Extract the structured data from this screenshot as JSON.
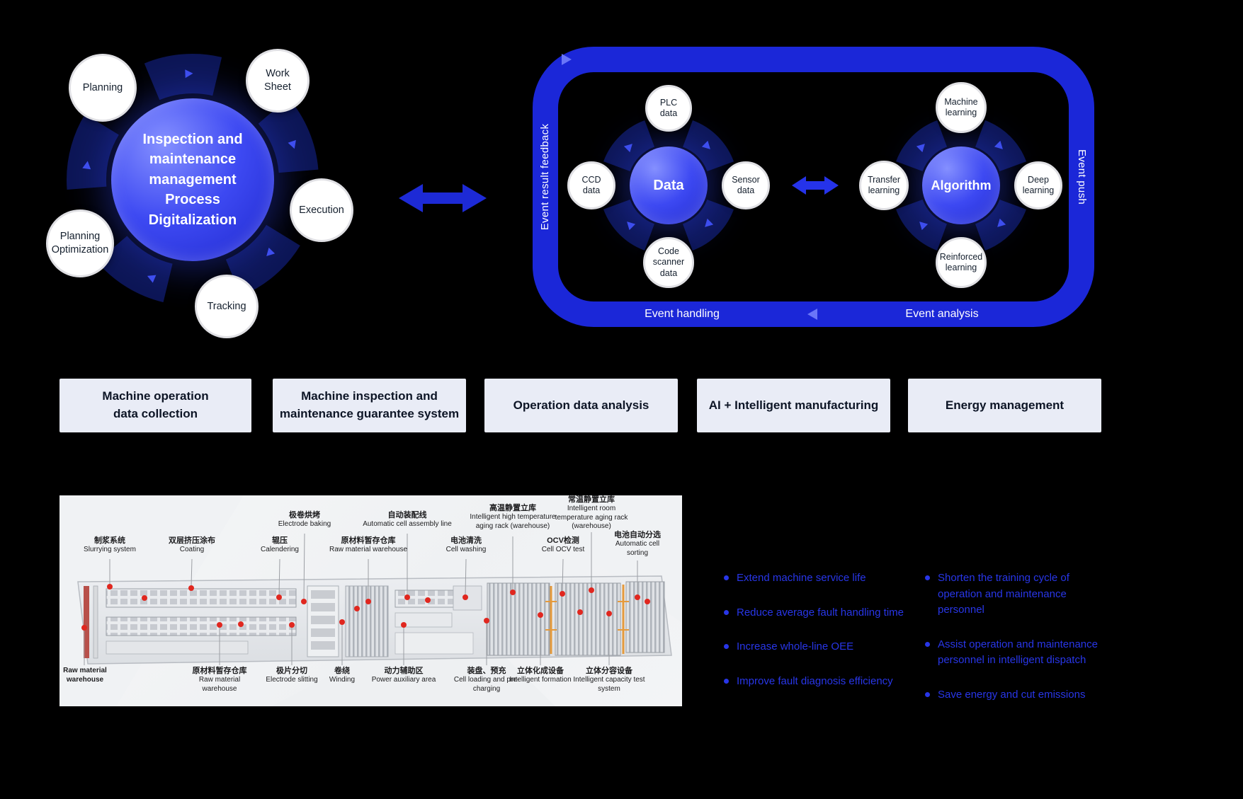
{
  "colors": {
    "accent_blue": "#1b27d8",
    "bright_blue": "#2533ea",
    "dark_ring": "#0d1655",
    "benefit_text": "#2836e8",
    "module_bg": "#e9ecf6",
    "marker_red": "#e0271f",
    "crane_orange": "#e59a3c"
  },
  "left_diagram": {
    "center_label": "Inspection and maintenance management Process Digitalization",
    "satellites": [
      {
        "label": "Planning"
      },
      {
        "label": "Work Sheet"
      },
      {
        "label": "Execution"
      },
      {
        "label": "Tracking"
      },
      {
        "label": "Planning Optimization"
      }
    ]
  },
  "event_loop": {
    "left_edge_label": "Event result feedback",
    "right_edge_label": "Event push",
    "bottom_left_label": "Event handling",
    "bottom_right_label": "Event analysis",
    "data_hub": {
      "center_label": "Data",
      "satellites": [
        {
          "label": "PLC data"
        },
        {
          "label": "Sensor data"
        },
        {
          "label": "Code scanner data"
        },
        {
          "label": "CCD data"
        }
      ]
    },
    "algorithm_hub": {
      "center_label": "Algorithm",
      "satellites": [
        {
          "label": "Machine learning"
        },
        {
          "label": "Deep learning"
        },
        {
          "label": "Reinforced learning"
        },
        {
          "label": "Transfer learning"
        }
      ]
    }
  },
  "modules": [
    {
      "label": "Machine operation\ndata collection"
    },
    {
      "label": "Machine inspection and\nmaintenance guarantee system"
    },
    {
      "label": "Operation data analysis"
    },
    {
      "label": "AI + Intelligent manufacturing"
    },
    {
      "label": "Energy management"
    }
  ],
  "factory": {
    "top_labels": [
      {
        "zh": "制浆系统",
        "en": "Slurrying system"
      },
      {
        "zh": "双层挤压涂布",
        "en": "Coating"
      },
      {
        "zh": "辊压",
        "en": "Calendering"
      },
      {
        "zh": "极卷烘烤",
        "en": "Electrode baking"
      },
      {
        "zh": "原材料暂存仓库",
        "en": "Raw material warehouse"
      },
      {
        "zh": "自动装配线",
        "en": "Automatic cell assembly line"
      },
      {
        "zh": "电池清洗",
        "en": "Cell washing"
      },
      {
        "zh": "高温静置立库",
        "en": "Intelligent high temperature aging rack (warehouse)"
      },
      {
        "zh": "OCV检测",
        "en": "Cell OCV test"
      },
      {
        "zh": "常温静置立库",
        "en": "Intelligent room temperature aging rack (warehouse)"
      },
      {
        "zh": "电池自动分选",
        "en": "Automatic cell sorting"
      }
    ],
    "bottom_labels": [
      {
        "zh": "",
        "en": "Raw material warehouse"
      },
      {
        "zh": "原材料暂存仓库",
        "en": "Raw material warehouse"
      },
      {
        "zh": "极片分切",
        "en": "Electrode slitting"
      },
      {
        "zh": "卷绕",
        "en": "Winding"
      },
      {
        "zh": "动力辅助区",
        "en": "Power auxiliary area"
      },
      {
        "zh": "装盘、预充",
        "en": "Cell loading and pre-charging"
      },
      {
        "zh": "立体化成设备",
        "en": "Intelligent formation"
      },
      {
        "zh": "立体分容设备",
        "en": "Intelligent capacity test system"
      }
    ]
  },
  "benefits": {
    "column1": [
      {
        "text": "Extend machine service life"
      },
      {
        "text": "Reduce average fault handling time"
      },
      {
        "text": "Increase whole-line OEE"
      },
      {
        "text": "Improve fault diagnosis efficiency"
      }
    ],
    "column2": [
      {
        "text": "Shorten the training cycle of operation and maintenance personnel"
      },
      {
        "text": "Assist operation and maintenance personnel in intelligent dispatch"
      },
      {
        "text": "Save energy and cut emissions"
      }
    ]
  }
}
